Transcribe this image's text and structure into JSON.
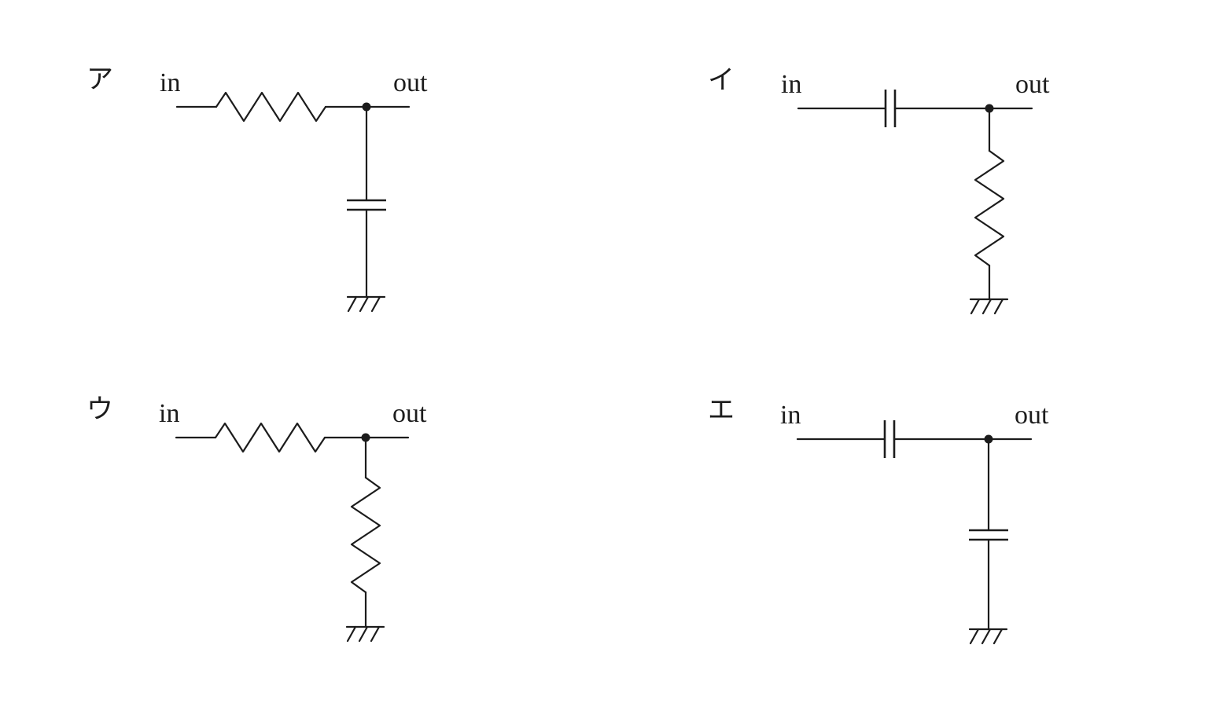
{
  "circuits": [
    {
      "label": "ア",
      "in_label": "in",
      "out_label": "out",
      "series_component": "resistor",
      "shunt_component": "capacitor",
      "shunt_to": "ground"
    },
    {
      "label": "イ",
      "in_label": "in",
      "out_label": "out",
      "series_component": "capacitor",
      "shunt_component": "resistor",
      "shunt_to": "ground"
    },
    {
      "label": "ウ",
      "in_label": "in",
      "out_label": "out",
      "series_component": "resistor",
      "shunt_component": "resistor",
      "shunt_to": "ground"
    },
    {
      "label": "エ",
      "in_label": "in",
      "out_label": "out",
      "series_component": "capacitor",
      "shunt_component": "capacitor",
      "shunt_to": "ground"
    }
  ]
}
